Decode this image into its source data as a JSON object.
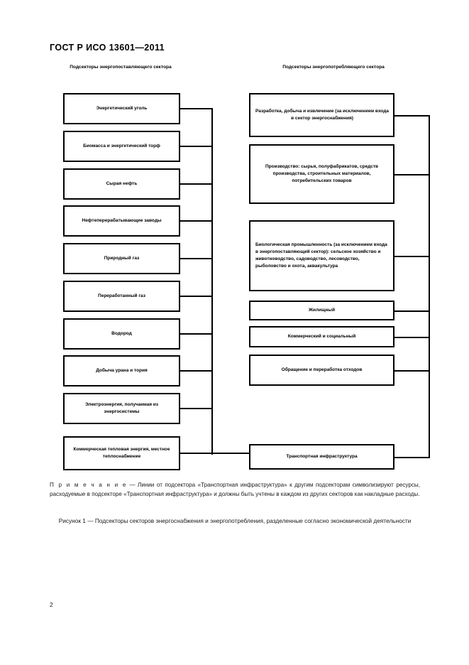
{
  "document": {
    "standard_title": "ГОСТ Р ИСО 13601—2011",
    "page_number": "2"
  },
  "columns": {
    "left_heading": "Подсекторы энергопоставляющего сектора",
    "right_heading": "Подсекторы энергопотребляющего сектора"
  },
  "supply_subsectors": [
    {
      "label": "Энергетический уголь"
    },
    {
      "label": "Биомасса и энергетический торф"
    },
    {
      "label": "Сырая нефть"
    },
    {
      "label": "Нефтеперерабатывающие заводы"
    },
    {
      "label": "Природный газ"
    },
    {
      "label": "Переработанный газ"
    },
    {
      "label": "Водород"
    },
    {
      "label": "Добыча урана и тория"
    },
    {
      "label": "Электроэнергия, получаемая из энергосистемы"
    },
    {
      "label": "Коммерческая тепловая энергия, местное теплоснабжение"
    }
  ],
  "consumption_subsectors": [
    {
      "label": "Разработка, добыча и извлечение (за исключением входа в сектор энергоснабжения)"
    },
    {
      "label": "Производство: сырья, полуфабрикатов, средств производства, строительных материалов, потребительских товаров"
    },
    {
      "label": "Биологическая промышленность (за исключением входа в энергопоставляющий сектор): сельское хозяйство и животноводство, садоводство, лесоводство, рыболовство и охота, аквакультура"
    },
    {
      "label": "Жилищный"
    },
    {
      "label": "Коммерческий и социальный"
    },
    {
      "label": "Обращение и переработка отходов"
    },
    {
      "label": "Транспортная инфраструктура"
    }
  ],
  "note": {
    "lead": "П р и м е ч а н и е",
    "text": " — Линии от подсектора «Транспортная инфраструктура» к другим подсекторам символизируют ресурсы, расходуемые в подсекторе «Транспортная инфраструктура» и должны быть учтены в каждом из других секторов как накладные расходы."
  },
  "caption": {
    "text": "Рисунок 1 — Подсекторы секторов энергоснабжения и энергопотребления, разделенные согласно экономической деятельности"
  },
  "colors": {
    "ink": "#000000",
    "text": "#1a1a1a",
    "paper": "#ffffff"
  }
}
